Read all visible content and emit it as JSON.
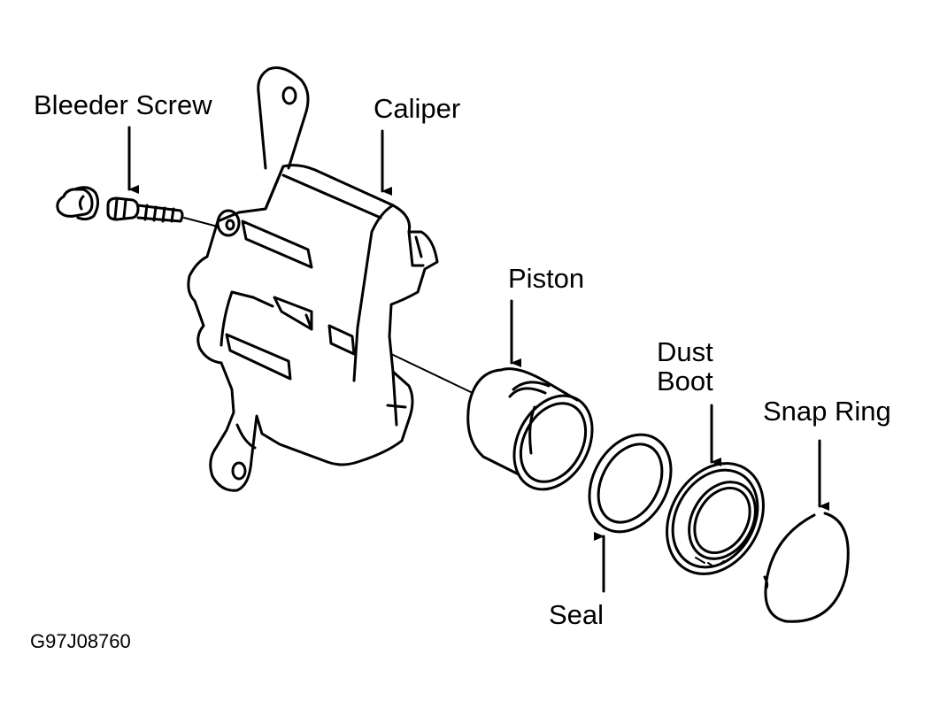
{
  "labels": {
    "bleeder_screw": "Bleeder Screw",
    "caliper": "Caliper",
    "piston": "Piston",
    "dust_boot_line1": "Dust",
    "dust_boot_line2": "Boot",
    "snap_ring": "Snap Ring",
    "seal": "Seal"
  },
  "figure_id": "G97J08760",
  "colors": {
    "ink": "#000000",
    "paper": "#ffffff"
  }
}
